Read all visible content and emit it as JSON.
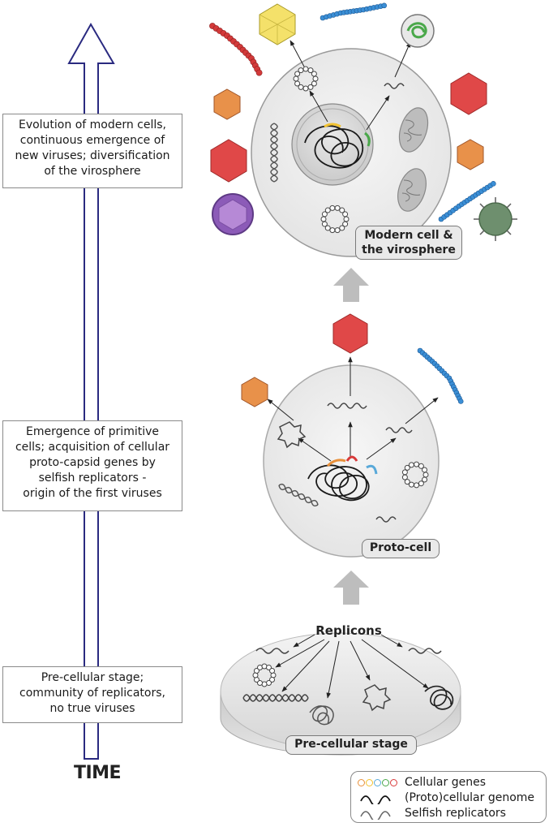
{
  "time_axis": {
    "label": "TIME"
  },
  "stages": [
    {
      "id": "modern",
      "lines": [
        "Evolution of modern cells,",
        "continuous emergence of",
        "new viruses; diversification",
        "of the virosphere"
      ]
    },
    {
      "id": "proto",
      "lines": [
        "Emergence of primitive",
        "cells; acquisition of cellular",
        "proto-capsid genes by",
        "selfish replicators -",
        "origin of the first viruses"
      ]
    },
    {
      "id": "precellular",
      "lines": [
        "Pre-cellular stage;",
        "community of replicators,",
        "no true viruses"
      ]
    }
  ],
  "labels": {
    "modern_cell": [
      "Modern cell &",
      "the virosphere"
    ],
    "proto_cell": "Proto-cell",
    "replicons": "Replicons",
    "precellular": "Pre-cellular stage"
  },
  "legend": {
    "items": [
      {
        "icon": "colored-dots-icon",
        "label": "Cellular genes"
      },
      {
        "icon": "black-wave-icon",
        "label": "(Proto)cellular genome"
      },
      {
        "icon": "gray-wave-icon",
        "label": "Selfish replicators"
      }
    ],
    "gene_colors": [
      "#e8903a",
      "#f2c230",
      "#59a9d9",
      "#4aa84a",
      "#d83a3a"
    ]
  },
  "colors": {
    "time_arrow": "#2a2a80",
    "cell_fill": "#eeeeee",
    "nucleus_fill": "#dcdcdc",
    "stage_arrow": "#bdbdbd",
    "capsid_red": "#e04848",
    "capsid_orange": "#e8914a",
    "capsid_yellow": "#f4e16a",
    "filament_blue": "#3b8fd6",
    "filament_red": "#d33a3a",
    "enveloped_purple": "#8c5bb8",
    "spiky_green": "#6e8f6e"
  }
}
